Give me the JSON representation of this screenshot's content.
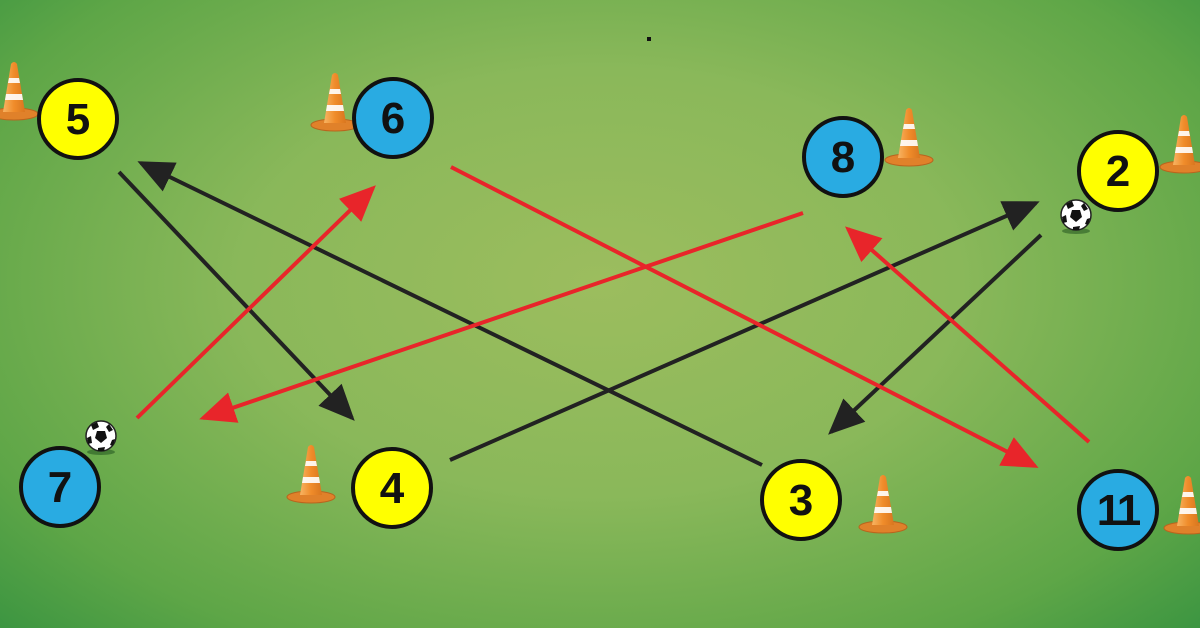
{
  "drill": {
    "players": [
      {
        "id": "p5",
        "number": "5",
        "team": "yellow"
      },
      {
        "id": "p6",
        "number": "6",
        "team": "blue"
      },
      {
        "id": "p8",
        "number": "8",
        "team": "blue"
      },
      {
        "id": "p2",
        "number": "2",
        "team": "yellow"
      },
      {
        "id": "p7",
        "number": "7",
        "team": "blue"
      },
      {
        "id": "p4",
        "number": "4",
        "team": "yellow"
      },
      {
        "id": "p3",
        "number": "3",
        "team": "yellow"
      },
      {
        "id": "p11",
        "number": "11",
        "team": "blue"
      }
    ],
    "passes": [
      {
        "from": "5",
        "to": "4",
        "color": "black"
      },
      {
        "from": "3",
        "to": "5",
        "color": "black"
      },
      {
        "from": "4",
        "to": "2",
        "color": "black"
      },
      {
        "from": "2",
        "to": "3",
        "color": "black"
      },
      {
        "from": "7",
        "to": "6",
        "color": "red"
      },
      {
        "from": "8",
        "to": "7",
        "color": "red"
      },
      {
        "from": "6",
        "to": "11",
        "color": "red"
      },
      {
        "from": "11",
        "to": "8",
        "color": "red"
      }
    ],
    "balls_at": [
      "2",
      "7"
    ],
    "colors": {
      "yellow_team": "#ffff00",
      "blue_team": "#29abe2",
      "black_pass": "#222222",
      "red_pass": "#e8252a",
      "cone": "#f39a3d",
      "pitch_light": "#9cbd5e",
      "pitch_dark": "#2f8f3f"
    }
  }
}
